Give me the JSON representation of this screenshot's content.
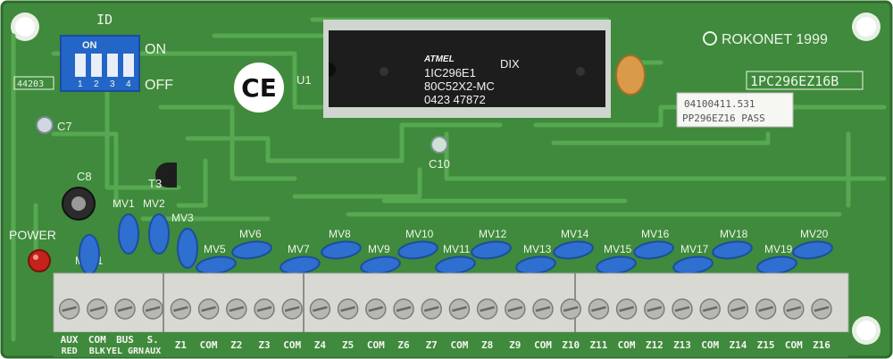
{
  "board": {
    "brand": "ROKONET 1999",
    "model": "1PC296EZ16B",
    "id_label": "ID",
    "on_label": "ON",
    "off_label": "OFF",
    "board_code": "44203",
    "power_label": "POWER",
    "u1_label": "U1",
    "t3_label": "T3",
    "ce_mark": "CE",
    "colors": {
      "pcb": "#3f8a3c",
      "trace": "#55a450",
      "terminal": "#d9d9d4",
      "varistor": "#2f6fd0"
    }
  },
  "dip_switch": {
    "on_text": "ON",
    "numbers": [
      "1",
      "2",
      "3",
      "4"
    ]
  },
  "chip": {
    "brand": "ATMEL",
    "line1": "1IC296E1",
    "line2": "80C52X2-MC",
    "line3": "0423  47872",
    "dix": "DIX"
  },
  "sticker": {
    "line1": "04100411.531",
    "line2": "PP296EZ16 PASS"
  },
  "capacitors": [
    "C7",
    "C8",
    "C10"
  ],
  "varistors": [
    "MV1",
    "MV2",
    "MV3",
    "MV5",
    "MV6",
    "MV7",
    "MV8",
    "MV9",
    "MV10",
    "MV11",
    "MV12",
    "MV13",
    "MV14",
    "MV15",
    "MV16",
    "MV17",
    "MV18",
    "MV19",
    "MV20",
    "MV21"
  ],
  "terminal_labels": [
    {
      "top": "AUX",
      "bottom": "RED"
    },
    {
      "top": "COM",
      "bottom": "BLK"
    },
    {
      "top": "BUS",
      "bottom": "YEL GRN"
    },
    {
      "top": "S.",
      "bottom": "AUX"
    },
    {
      "top": "Z1",
      "bottom": ""
    },
    {
      "top": "COM",
      "bottom": ""
    },
    {
      "top": "Z2",
      "bottom": ""
    },
    {
      "top": "Z3",
      "bottom": ""
    },
    {
      "top": "COM",
      "bottom": ""
    },
    {
      "top": "Z4",
      "bottom": ""
    },
    {
      "top": "Z5",
      "bottom": ""
    },
    {
      "top": "COM",
      "bottom": ""
    },
    {
      "top": "Z6",
      "bottom": ""
    },
    {
      "top": "Z7",
      "bottom": ""
    },
    {
      "top": "COM",
      "bottom": ""
    },
    {
      "top": "Z8",
      "bottom": ""
    },
    {
      "top": "Z9",
      "bottom": ""
    },
    {
      "top": "COM",
      "bottom": ""
    },
    {
      "top": "Z10",
      "bottom": ""
    },
    {
      "top": "Z11",
      "bottom": ""
    },
    {
      "top": "COM",
      "bottom": ""
    },
    {
      "top": "Z12",
      "bottom": ""
    },
    {
      "top": "Z13",
      "bottom": ""
    },
    {
      "top": "COM",
      "bottom": ""
    },
    {
      "top": "Z14",
      "bottom": ""
    },
    {
      "top": "Z15",
      "bottom": ""
    },
    {
      "top": "COM",
      "bottom": ""
    },
    {
      "top": "Z16",
      "bottom": ""
    }
  ]
}
